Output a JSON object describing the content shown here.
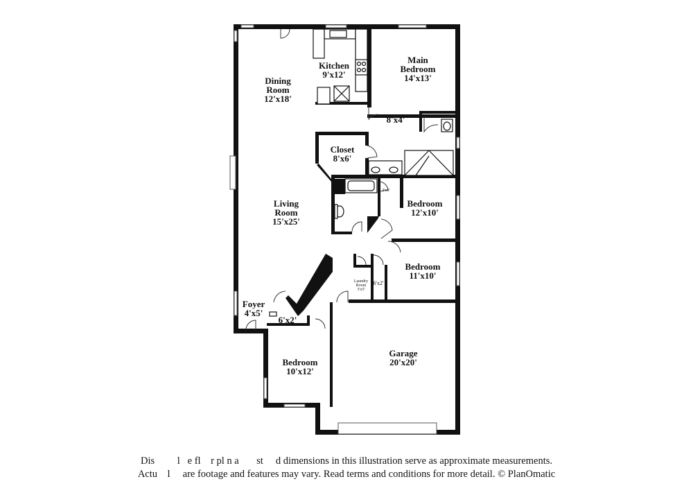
{
  "rooms": {
    "kitchen": {
      "name": "Kitchen",
      "dim": "9'x12'"
    },
    "main_bedroom": {
      "name1": "Main",
      "name2": "Bedroom",
      "dim": "14'x13'"
    },
    "dining": {
      "name1": "Dining",
      "name2": "Room",
      "dim": "12'x18'"
    },
    "hall_main": {
      "dim": "8'x4'"
    },
    "closet": {
      "name": "Closet",
      "dim": "8'x6'"
    },
    "bath_small": {
      "dim": "2'x6'"
    },
    "living": {
      "name1": "Living",
      "name2": "Room",
      "dim": "15'x25'"
    },
    "bedroom_2": {
      "name": "Bedroom",
      "dim": "12'x10'"
    },
    "bedroom_3": {
      "name": "Bedroom",
      "dim": "11'x10'"
    },
    "laundry": {
      "name1": "Laundry",
      "name2": "Room",
      "dim": "3'x5'"
    },
    "closet_small": {
      "dim": "6'x2'"
    },
    "foyer": {
      "name": "Foyer",
      "dim": "4'x5'"
    },
    "hall_closet": {
      "dim": "6'x2'"
    },
    "garage": {
      "name": "Garage",
      "dim": "20'x20'"
    },
    "bedroom_4": {
      "name": "Bedroom",
      "dim": "10'x12'"
    }
  },
  "disclaimer": {
    "line1": "Dis         l   e fl    r pl n a       st     d dimensions in this illustration serve as approximate measurements.",
    "line2": "Actu    l     are footage and features may vary. Read terms and conditions for more detail. © PlanOmatic"
  }
}
